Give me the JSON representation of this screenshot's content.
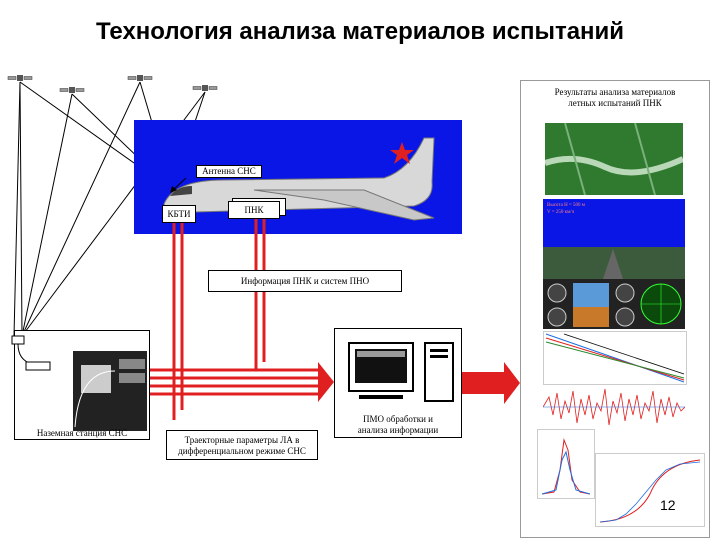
{
  "title": "Технология анализа материалов испытаний",
  "aircraft": {
    "antenna_label": "Антенна СНС",
    "kbti_label": "КБТИ",
    "pnk_label": "ПНК"
  },
  "info_label": "Информация ПНК и систем ПНО",
  "ground_station_label": "Наземная станция СНС",
  "trajectory_label_line1": "Траекторные параметры ЛА в",
  "trajectory_label_line2": "дифференциальном режиме СНС",
  "pmo_label_line1": "ПМО обработки и",
  "pmo_label_line2": "анализа информации",
  "results_label_line1": "Результаты анализа материалов",
  "results_label_line2": "летных испытаний ПНК",
  "readout_line1": "Высота   Н = 500 м",
  "readout_line2": "V          = 250 км/ч",
  "page_number": "12",
  "colors": {
    "panel_blue": "#0a16e6",
    "link_red": "#e02020",
    "ray_black": "#000000"
  }
}
